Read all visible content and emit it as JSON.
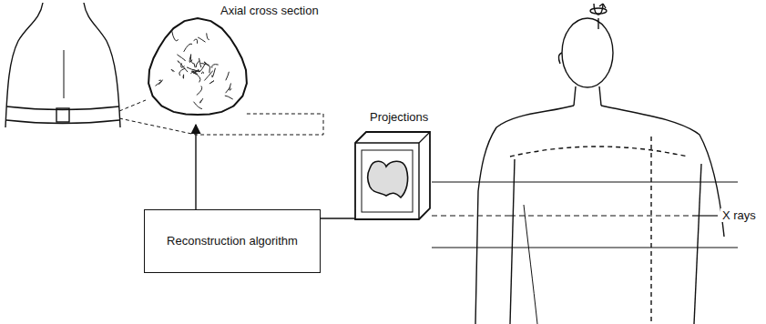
{
  "diagram": {
    "nodes": [
      {
        "text": [
          "Axial cross section"
        ]
      },
      {
        "text": [
          "Projections"
        ]
      },
      {
        "text": [
          "Reconstruction algorithm"
        ]
      }
    ],
    "edges": [
      {
        "from": 2,
        "to": 0,
        "arrow": "to"
      },
      {
        "from": 1,
        "to": 2,
        "arrow": "none"
      }
    ],
    "labels": [
      "X rays"
    ]
  }
}
